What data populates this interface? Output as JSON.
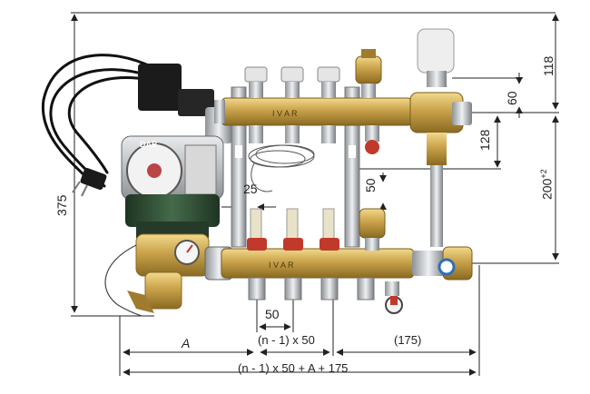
{
  "dimensions": {
    "overall_height": "375",
    "top_to_axis": "118",
    "valve_offset": "60",
    "flow_to_return_outer": "128",
    "flow_to_return": "200",
    "flow_to_return_tolerance": "+2",
    "meter_offset": "50",
    "side_offset": "25",
    "outlet_pitch": "50",
    "length_A": "A",
    "length_mid": "(n - 1) x 50",
    "length_end": "(175)",
    "total_length": "(n - 1) x 50 + A + 175"
  },
  "branding": {
    "manifold_mark": "I V A R",
    "pump_mark": "DAB"
  },
  "colors": {
    "brass": "#c9a24a",
    "chrome": "#c8ccd0",
    "pump_green": "#2e4a32",
    "meter_red": "#c0392b",
    "dim_line": "#222222"
  }
}
